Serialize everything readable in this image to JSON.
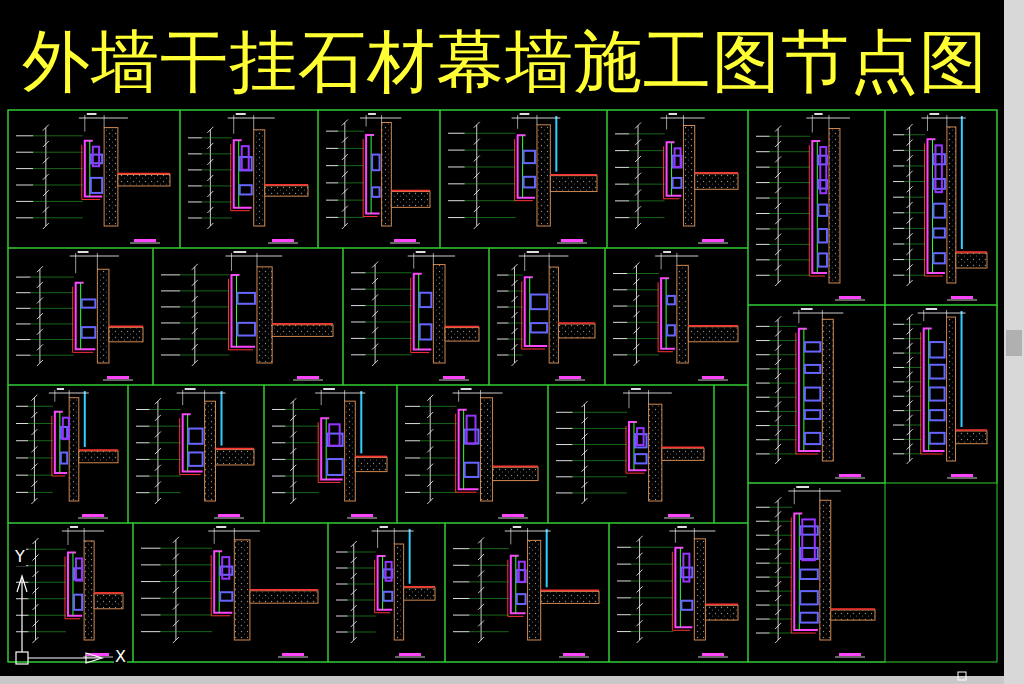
{
  "diagram": {
    "title": "外墙干挂石材幕墙施工图节点图",
    "labels": [
      "Y",
      "X"
    ]
  }
}
